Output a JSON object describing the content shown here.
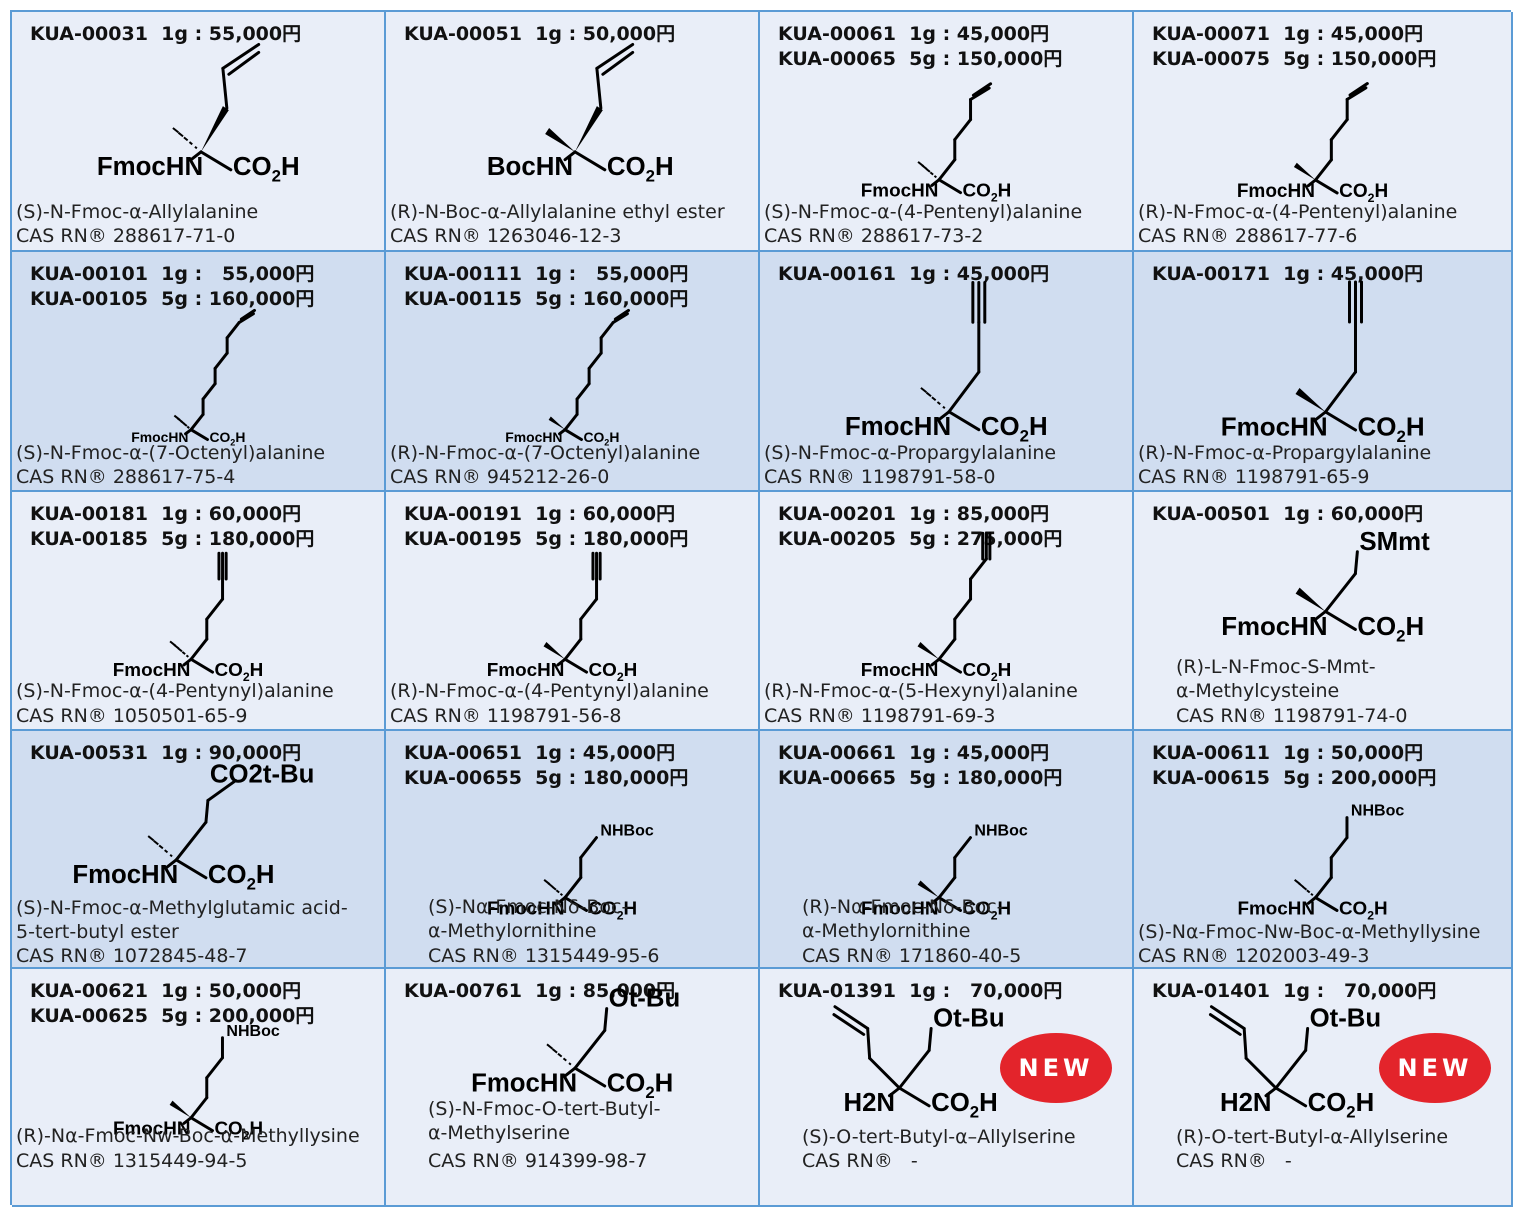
{
  "items": [
    {
      "prices": [
        "KUA-00031  1g : 55,000円"
      ],
      "name": "(S)-N-Fmoc-α-Allylalanine",
      "cas": "CAS RN® 288617-71-0",
      "struct": [
        "FmocHN",
        "CO2H"
      ]
    },
    {
      "prices": [
        "KUA-00051  1g : 50,000円"
      ],
      "name": "(R)-N-Boc-α-Allylalanine ethyl ester",
      "cas": "CAS RN® 1263046-12-3",
      "struct": [
        "BocHN",
        "CO2H"
      ]
    },
    {
      "prices": [
        "KUA-00061  1g : 45,000円",
        "KUA-00065  5g : 150,000円"
      ],
      "name": "(S)-N-Fmoc-α-(4-Pentenyl)alanine",
      "cas": "CAS RN® 288617-73-2",
      "struct": [
        "FmocHN",
        "CO2H"
      ]
    },
    {
      "prices": [
        "KUA-00071  1g : 45,000円",
        "KUA-00075  5g : 150,000円"
      ],
      "name": "(R)-N-Fmoc-α-(4-Pentenyl)alanine",
      "cas": "CAS RN® 288617-77-6",
      "struct": [
        "FmocHN",
        "CO2H"
      ]
    },
    {
      "prices": [
        "KUA-00101  1g :   55,000円",
        "KUA-00105  5g : 160,000円"
      ],
      "name": "(S)-N-Fmoc-α-(7-Octenyl)alanine",
      "cas": "CAS RN® 288617-75-4",
      "struct": [
        "FmocHN",
        "CO2H"
      ]
    },
    {
      "prices": [
        "KUA-00111  1g :   55,000円",
        "KUA-00115  5g : 160,000円"
      ],
      "name": "(R)-N-Fmoc-α-(7-Octenyl)alanine",
      "cas": "CAS RN® 945212-26-0",
      "struct": [
        "FmocHN",
        "CO2H"
      ]
    },
    {
      "prices": [
        "KUA-00161  1g : 45,000円"
      ],
      "name": "(S)-N-Fmoc-α-Propargylalanine",
      "cas": "CAS RN® 1198791-58-0",
      "struct": [
        "FmocHN",
        "CO2H"
      ]
    },
    {
      "prices": [
        "KUA-00171  1g : 45,000円"
      ],
      "name": "(R)-N-Fmoc-α-Propargylalanine",
      "cas": "CAS RN® 1198791-65-9",
      "struct": [
        "FmocHN",
        "CO2H"
      ]
    },
    {
      "prices": [
        "KUA-00181  1g : 60,000円",
        "KUA-00185  5g : 180,000円"
      ],
      "name": "(S)-N-Fmoc-α-(4-Pentynyl)alanine",
      "cas": "CAS RN® 1050501-65-9",
      "struct": [
        "FmocHN",
        "CO2H"
      ]
    },
    {
      "prices": [
        "KUA-00191  1g : 60,000円",
        "KUA-00195  5g : 180,000円"
      ],
      "name": "(R)-N-Fmoc-α-(4-Pentynyl)alanine",
      "cas": "CAS RN® 1198791-56-8",
      "struct": [
        "FmocHN",
        "CO2H"
      ]
    },
    {
      "prices": [
        "KUA-00201  1g : 85,000円",
        "KUA-00205  5g : 275,000円"
      ],
      "name": "(R)-N-Fmoc-α-(5-Hexynyl)alanine",
      "cas": "CAS RN® 1198791-69-3",
      "struct": [
        "FmocHN",
        "CO2H"
      ]
    },
    {
      "prices": [
        "KUA-00501  1g : 60,000円"
      ],
      "name": "(R)-L-N-Fmoc-S-Mmt-\nα-Methylcysteine",
      "cas": "CAS RN® 1198791-74-0",
      "struct": [
        "FmocHN",
        "CO2H",
        "SMmt"
      ]
    },
    {
      "prices": [
        "KUA-00531  1g : 90,000円"
      ],
      "name": "(S)-N-Fmoc-α-Methylglutamic acid-\n5-tert-butyl ester",
      "cas": "CAS RN® 1072845-48-7",
      "struct": [
        "FmocHN",
        "CO2H",
        "CO2t-Bu"
      ]
    },
    {
      "prices": [
        "KUA-00651  1g : 45,000円",
        "KUA-00655  5g : 180,000円"
      ],
      "name": "(S)-Nα-Fmoc-Nδ-Boc-\nα-Methylornithine",
      "cas": "CAS RN® 1315449-95-6",
      "struct": [
        "FmocHN",
        "CO2H",
        "NHBoc"
      ]
    },
    {
      "prices": [
        "KUA-00661  1g : 45,000円",
        "KUA-00665  5g : 180,000円"
      ],
      "name": "(R)-Nα-Fmoc-Nδ-Boc-\nα-Methylornithine",
      "cas": "CAS RN® 171860-40-5",
      "struct": [
        "FmocHN",
        "CO2H",
        "NHBoc"
      ]
    },
    {
      "prices": [
        "KUA-00611  1g : 50,000円",
        "KUA-00615  5g : 200,000円"
      ],
      "name": "(S)-Nα-Fmoc-Nw-Boc-α-Methyllysine",
      "cas": "CAS RN® 1202003-49-3",
      "struct": [
        "FmocHN",
        "CO2H",
        "NHBoc"
      ]
    },
    {
      "prices": [
        "KUA-00621  1g : 50,000円",
        "KUA-00625  5g : 200,000円"
      ],
      "name": "(R)-Nα-Fmoc-Nw-Boc-α-Methyllysine",
      "cas": "CAS RN® 1315449-94-5",
      "struct": [
        "FmocHN",
        "CO2H",
        "NHBoc"
      ]
    },
    {
      "prices": [
        "KUA-00761  1g : 85,000円"
      ],
      "name": "(S)-N-Fmoc-O-tert-Butyl-\nα-Methylserine",
      "cas": "CAS RN® 914399-98-7",
      "struct": [
        "FmocHN",
        "CO2H",
        "Ot-Bu"
      ]
    },
    {
      "prices": [
        "KUA-01391  1g :   70,000円"
      ],
      "name": "(S)-O-tert-Butyl-α–Allylserine",
      "cas": "CAS RN®   -",
      "struct": [
        "H2N",
        "CO2H",
        "Ot-Bu"
      ],
      "badge": "NEW"
    },
    {
      "prices": [
        "KUA-01401  1g :   70,000円"
      ],
      "name": "(R)-O-tert-Butyl-α-Allylserine",
      "cas": "CAS RN®   -",
      "struct": [
        "H2N",
        "CO2H",
        "Ot-Bu"
      ],
      "badge": "NEW"
    }
  ]
}
